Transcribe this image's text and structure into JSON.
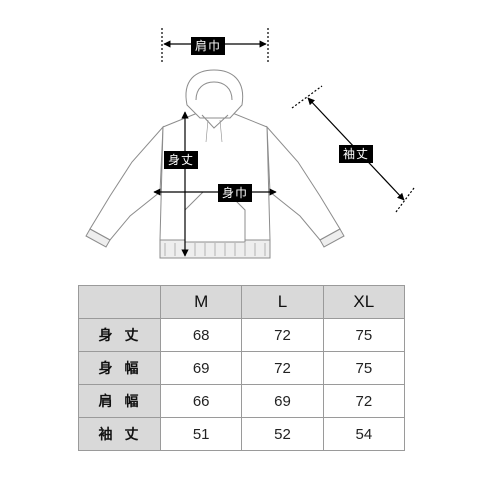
{
  "diagram": {
    "labels": {
      "shoulder": "肩巾",
      "length": "身丈",
      "chest": "身巾",
      "sleeve": "袖丈"
    }
  },
  "size_table": {
    "columns": [
      "M",
      "L",
      "XL"
    ],
    "rows": [
      {
        "label": "身丈",
        "values": [
          "68",
          "72",
          "75"
        ]
      },
      {
        "label": "身幅",
        "values": [
          "69",
          "72",
          "75"
        ]
      },
      {
        "label": "肩幅",
        "values": [
          "66",
          "69",
          "72"
        ]
      },
      {
        "label": "袖丈",
        "values": [
          "51",
          "52",
          "54"
        ]
      }
    ]
  },
  "colors": {
    "header_fill": "#d9d9d9",
    "label_fill": "#000000",
    "outline": "#8c8c8c"
  }
}
